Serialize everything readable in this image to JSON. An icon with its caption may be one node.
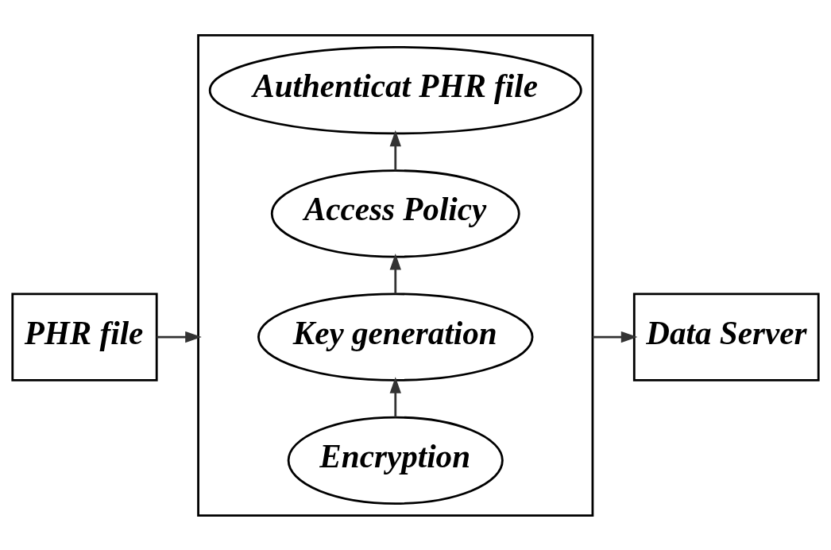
{
  "diagram": {
    "nodes": [
      {
        "text": [
          "PHR file"
        ]
      },
      {
        "text": [],
        "shape": "box"
      },
      {
        "text": [
          "Encryption"
        ],
        "in": 1
      },
      {
        "text": [
          "Key generation"
        ],
        "in": 1
      },
      {
        "text": [
          "Access Policy"
        ],
        "in": 1
      },
      {
        "text": [
          "Authenticat PHR file"
        ],
        "in": 1
      },
      {
        "text": [
          "Data Server"
        ]
      }
    ],
    "edges": [
      {
        "from": 0,
        "to": 1,
        "arrow": "to"
      },
      {
        "from": 2,
        "to": 3,
        "arrow": "to"
      },
      {
        "from": 3,
        "to": 4,
        "arrow": "to"
      },
      {
        "from": 4,
        "to": 5,
        "arrow": "to"
      },
      {
        "from": 1,
        "to": 6,
        "arrow": "to"
      }
    ]
  }
}
